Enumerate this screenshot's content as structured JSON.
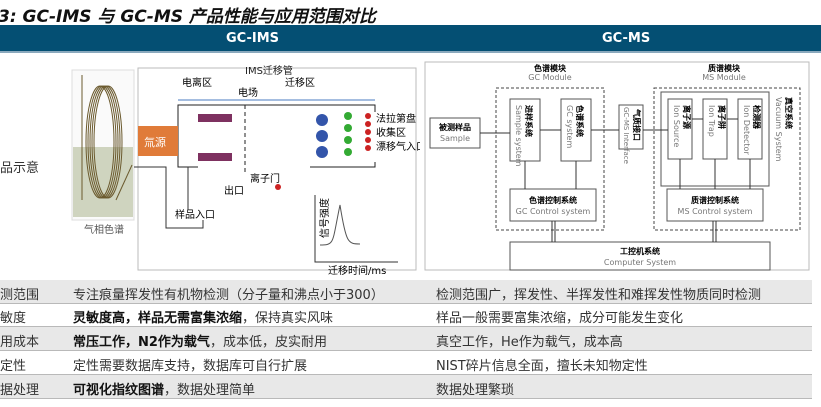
{
  "title": "3: GC-IMS 与 GC-MS 产品性能与应用范围对比",
  "header": {
    "gcims": "GC-IMS",
    "gcms": "GC-MS"
  },
  "diagram_label": "品示意",
  "ims": {
    "gc": "气相色谱",
    "tube": "IMS迁移管",
    "ion_zone": "电离区",
    "drift_zone": "迁移区",
    "field": "电场",
    "source": "氚源",
    "faraday": "法拉第盘",
    "collect": "收集区",
    "drift_gas": "漂移气入口",
    "gate": "离子门",
    "outlet": "出口",
    "inlet": "样品入口",
    "yaxis": "信号强度",
    "xaxis": "迁移时间/ms"
  },
  "ms": {
    "gc_module": "色谱模块",
    "gc_module_en": "GC Module",
    "ms_module": "质谱模块",
    "ms_module_en": "MS Module",
    "sample": "被测样品",
    "sample_en": "Sample",
    "sample_sys": "进样系统",
    "sample_sys_en": "Sample system",
    "gc_sys": "色谱系统",
    "gc_sys_en": "GC system",
    "iface": "气质接口",
    "iface_en": "GC-MS Interface",
    "ion_src": "离子源",
    "ion_src_en": "Ion Source",
    "trap": "离子阱",
    "trap_en": "Ion Trap",
    "det": "检测器",
    "det_en": "Ion Detector",
    "vac": "真空系统",
    "vac_en": "Vacuum System",
    "gc_ctrl": "色谱控制系统",
    "gc_ctrl_en": "GC Control system",
    "ms_ctrl": "质谱控制系统",
    "ms_ctrl_en": "MS Control system",
    "comp": "工控机系统",
    "comp_en": "Computer System"
  },
  "rows": [
    {
      "label": "测范围",
      "ims": "专注痕量挥发性有机物检测（分子量和沸点小于300）",
      "ims_bold": "",
      "ms": "检测范围广，挥发性、半挥发性和难挥发性物质同时检测"
    },
    {
      "label": "敏度",
      "ims_bold": "灵敏度高，样品无需富集浓缩",
      "ims": "，保持真实风味",
      "ms": "样品一般需要富集浓缩，成分可能发生变化"
    },
    {
      "label": "用成本",
      "ims_bold": "常压工作，N2作为载气",
      "ims": "，成本低，皮实耐用",
      "ms": "真空工作，He作为载气，成本高"
    },
    {
      "label": "定性",
      "ims_bold": "",
      "ims": "定性需要数据库支持，数据库可自行扩展",
      "ms": "NIST碎片信息全面，擅长未知物定性"
    },
    {
      "label": "据处理",
      "ims_bold": "可视化指纹图谱",
      "ims": "，数据处理简单",
      "ms": "数据处理繁琐"
    }
  ]
}
